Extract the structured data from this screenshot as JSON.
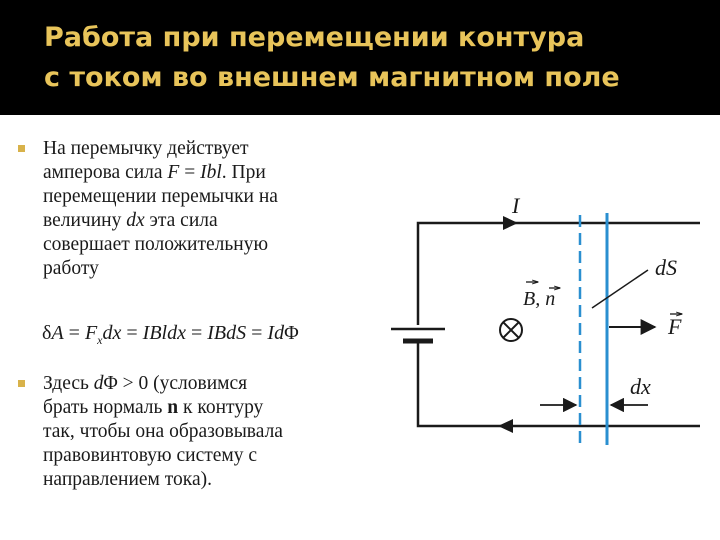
{
  "title": {
    "line1": "Работа при перемещении контура",
    "line2": "с током во внешнем магнитном поле"
  },
  "bullet1": {
    "l1": "На перемычку действует",
    "l2a": "амперова сила ",
    "l2f": "F",
    "l2b": " = ",
    "l2ibl": "Ibl",
    "l2c": ". При",
    "l3": "перемещении перемычки на",
    "l4a": "величину ",
    "l4dx": "dx",
    "l4b": " эта сила",
    "l5": "совершает положительную",
    "l6": "работу"
  },
  "formula": {
    "a": "δ",
    "A": "A",
    "eq1": " = ",
    "F": "F",
    "x": "x",
    "dx": "dx",
    "eq2": " = ",
    "IBldx": "IBldx",
    "eq3": " = ",
    "IBdS": "IBdS",
    "eq4": " = ",
    "Id": "Id",
    "Phi": "Φ"
  },
  "bullet2": {
    "l1a": "Здесь ",
    "l1d": "d",
    "l1b": "Φ > 0 (условимся",
    "l2a": "брать нормаль ",
    "l2n": "n",
    "l2b": " к контуру",
    "l3": "так, чтобы она образовывала",
    "l4": "правовинтовую систему с",
    "l5": "направлением тока)."
  },
  "diagram": {
    "current_label": "I",
    "area_label": "dS",
    "field_label": "B, n",
    "force_label": "F",
    "displacement_label": "dx"
  },
  "colors": {
    "title": "#e8c45a",
    "bullet": "#d8b24a",
    "dashed": "#2a8fd0",
    "wire": "#1a1a1a"
  }
}
